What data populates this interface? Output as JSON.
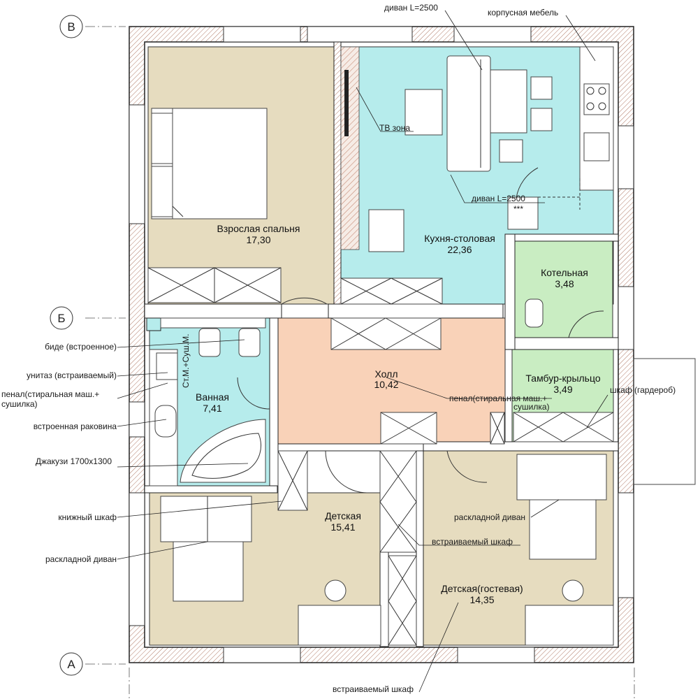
{
  "axes": {
    "top": "В",
    "middle": "Б",
    "bottom": "А"
  },
  "colors": {
    "bedroom": "#e6dcbf",
    "kitchen": "#b6ecec",
    "hall": "#f9d2b8",
    "bath": "#b6ecec",
    "boiler": "#c9edc2",
    "vestibule": "#c9edc2",
    "kids": "#e6dcbf",
    "wall_hatch": "#d8a48f"
  },
  "rooms": {
    "bedroom": {
      "name": "Взрослая спальня",
      "area": "17,30"
    },
    "kitchen": {
      "name": "Кухня-столовая",
      "area": "22,36"
    },
    "boiler": {
      "name": "Котельная",
      "area": "3,48"
    },
    "hall": {
      "name": "Холл",
      "area": "10,42"
    },
    "vestibule": {
      "name": "Тамбур-крыльцо",
      "area": "3,49"
    },
    "bath": {
      "name": "Ванная",
      "area": "7,41"
    },
    "kids": {
      "name": "Детская",
      "area": "15,41"
    },
    "guest": {
      "name": "Детская(гостевая)",
      "area": "14,35"
    }
  },
  "annotations": {
    "sofa_top": "диван L=2500",
    "cabinet_furniture": "корпусная мебель",
    "tv_zone": "ТВ зона",
    "sofa_mid": "диван L=2500",
    "stars": "***",
    "bidet": "биде (встроенное)",
    "toilet": "унитаз (встраиваемый)",
    "pencil_left_1": "пенал(стиральная маш.+",
    "pencil_left_2": "сушилка)",
    "sink": "встроенная раковина",
    "jacuzzi": "Джакузи 1700х1300",
    "bookcase": "книжный шкаф",
    "sofa_bed_left": "раскладной диван",
    "pencil_right_1": "пенал(стиральная маш.+",
    "pencil_right_2": "сушилка)",
    "wardrobe": "шкаф (гардероб)",
    "sofa_bed_right": "раскладной диван",
    "builtin_closet_mid": "встраиваемый шкаф",
    "builtin_closet_bottom": "встраиваемый шкаф",
    "bath_vertical": "Ст.М.+Суш.М."
  }
}
